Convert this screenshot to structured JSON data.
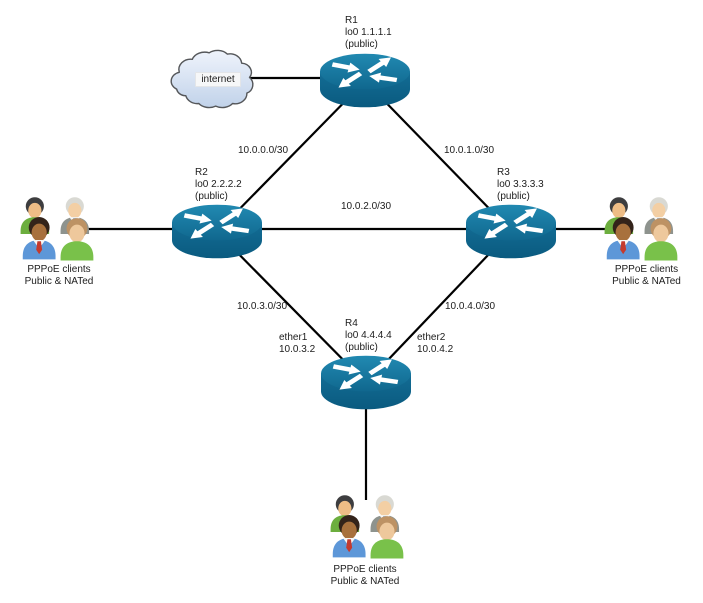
{
  "cloud": {
    "label": "internet"
  },
  "routers": {
    "r1": {
      "name": "R1",
      "loopback": "lo0 1.1.1.1",
      "note": "(public)"
    },
    "r2": {
      "name": "R2",
      "loopback": "lo0 2.2.2.2",
      "note": "(public)"
    },
    "r3": {
      "name": "R3",
      "loopback": "lo0 3.3.3.3",
      "note": "(public)"
    },
    "r4": {
      "name": "R4",
      "loopback": "lo0 4.4.4.4",
      "note": "(public)"
    }
  },
  "links": {
    "r1_r2": {
      "label": "10.0.0.0/30"
    },
    "r1_r3": {
      "label": "10.0.1.0/30"
    },
    "r2_r3": {
      "label": "10.0.2.0/30"
    },
    "r2_r4": {
      "label": "10.0.3.0/30"
    },
    "r3_r4": {
      "label": "10.0.4.0/30"
    }
  },
  "interfaces": {
    "ether1": {
      "name": "ether1",
      "ip": "10.0.3.2"
    },
    "ether2": {
      "name": "ether2",
      "ip": "10.0.4.2"
    }
  },
  "client_groups": {
    "left": {
      "line1": "PPPoE clients",
      "line2": "Public & NATed"
    },
    "right": {
      "line1": "PPPoE clients",
      "line2": "Public & NATed"
    },
    "bottom": {
      "line1": "PPPoE clients",
      "line2": "Public & NATed"
    }
  },
  "icons": {
    "router": "cisco-router-icon",
    "clients": "users-group-icon",
    "internet": "cloud-icon"
  },
  "colors": {
    "router_top": "#1e84ac",
    "router_body": "#0f6a92",
    "link_line": "#000000",
    "cloud_fill": "#d8e3f3",
    "background": "#ffffff",
    "text": "#1c1c1c"
  }
}
